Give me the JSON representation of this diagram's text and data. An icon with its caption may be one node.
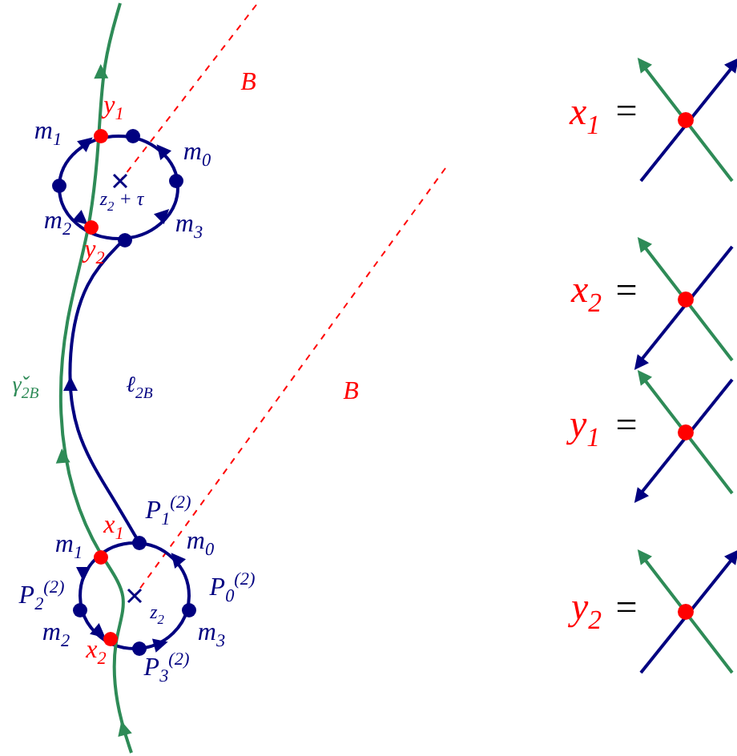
{
  "diagram": {
    "labels": [
      "B",
      "y$_{1}$",
      "m$_{1}$",
      "m$_{0}$",
      "z$_{2}$ + τ",
      "m$_{2}$",
      "m$_{3}$",
      "y$_{2}$",
      "γ̌$_{2B}$",
      "ℓ$_{2B}$",
      "B",
      "P$_{1}$$^{(2)}$",
      "x$_{1}$",
      "m$_{1}$",
      "m$_{0}$",
      "P$_{2}$$^{(2)}$",
      "P$_{0}$$^{(2)}$",
      "z$_{2}$",
      "m$_{2}$",
      "m$_{3}$",
      "x$_{2}$",
      "P$_{3}$$^{(2)}$",
      "x$_{1}$",
      "=",
      "x$_{2}$",
      "=",
      "y$_{1}$",
      "=",
      "y$_{2}$",
      "="
    ]
  }
}
